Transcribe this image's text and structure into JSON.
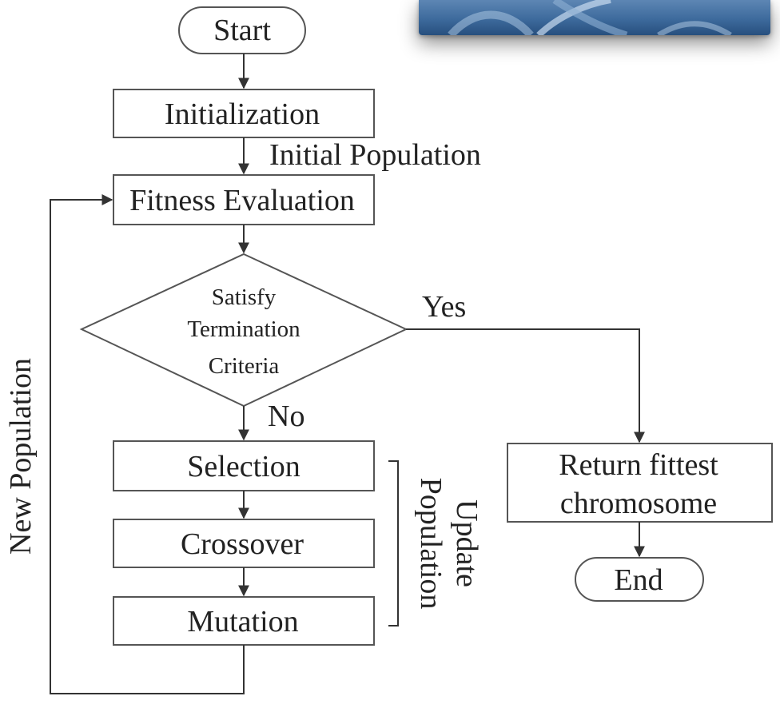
{
  "flowchart": {
    "start": "Start",
    "initialization": "Initialization",
    "initial_population": "Initial Population",
    "fitness_evaluation": "Fitness Evaluation",
    "decision": [
      "Satisfy",
      "Termination",
      "Criteria"
    ],
    "yes": "Yes",
    "no": "No",
    "selection": "Selection",
    "crossover": "Crossover",
    "mutation": "Mutation",
    "update_population": [
      "Update",
      "Population"
    ],
    "new_population": "New Population",
    "return_fittest": [
      "Return fittest",
      "chromosome"
    ],
    "end": "End"
  },
  "colors": {
    "line": "#333333",
    "box_border": "#555555",
    "text": "#222222"
  },
  "decorations": {
    "photo": "dna-helix-image"
  }
}
